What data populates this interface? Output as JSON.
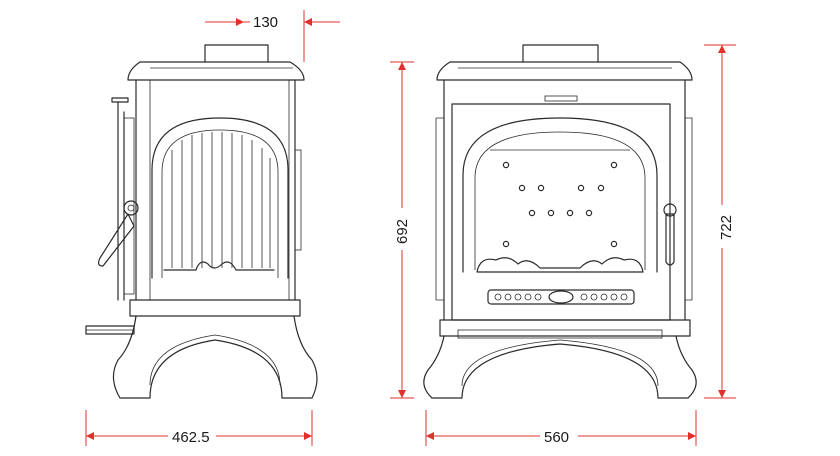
{
  "dimensions": {
    "side_top_offset": "130",
    "side_height": "692",
    "side_width": "462.5",
    "front_width": "560",
    "front_height": "722"
  },
  "colors": {
    "line": "#2b2b2b",
    "dimension": "#e0312b",
    "background": "#ffffff"
  }
}
